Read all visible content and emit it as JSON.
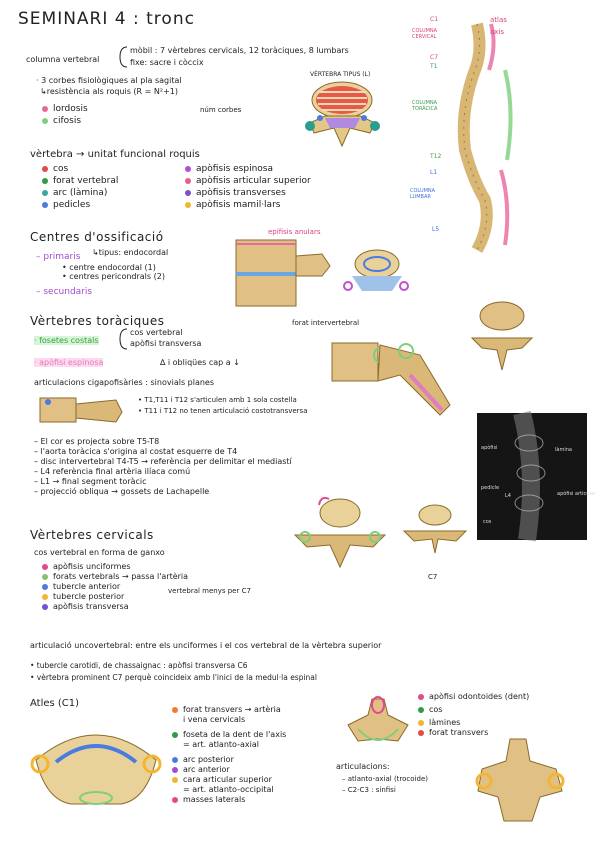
{
  "title": "SEMINARI 4 : tronc",
  "col": {
    "label": "columna vertebral",
    "mobil": "mòbil : 7 vèrtebres cervicals, 12 toràciques, 8 lumbars",
    "fixe": "fixe: sacre i còccix",
    "corbes": "· 3 corbes fisiològiques al pla sagital",
    "resist": "↳resistència als roquis (R = N²+1)",
    "num": "núm corbes",
    "lordosis": "lordosis",
    "cifosis": "cifosis"
  },
  "spine": {
    "c1": "C1",
    "atlas": "atlas",
    "axis": "axis",
    "colcerv": "COLUMNA\nCERVICAL",
    "c7": "C7",
    "t1": "T1",
    "coltor": "COLUMNA\nTORÀCICA",
    "t12": "T12",
    "l1": "L1",
    "collum": "COLUMNA\nLUMBAR",
    "l5": "L5",
    "vert_tipus": "VÈRTEBRA TIPUS (L)"
  },
  "vert": {
    "heading": "vèrtebra → unitat funcional roquis",
    "left": [
      {
        "label": "cos",
        "color": "#e04a4a"
      },
      {
        "label": "forat vertebral",
        "color": "#2e9b47"
      },
      {
        "label": "arc (làmina)",
        "color": "#3aa6a0"
      },
      {
        "label": "pedicles",
        "color": "#4b7be0"
      }
    ],
    "right": [
      {
        "label": "apòfisis espinosa",
        "color": "#b04fd6"
      },
      {
        "label": "apòfisis articular superior",
        "color": "#e85c8b"
      },
      {
        "label": "apòfisis transverses",
        "color": "#7a4fd0"
      },
      {
        "label": "apòfisis mamil·lars",
        "color": "#f2b632"
      }
    ]
  },
  "ossif": {
    "heading": "Centres d'ossificació",
    "primaris": "– primaris",
    "tipus": "↳tipus: endocordal",
    "c1": "• centre endocordal (1)",
    "c2": "• centres pericondrals (2)",
    "secundaris": "– secundaris",
    "epif": "epífisis anulars",
    "forat": "forat intervertebral"
  },
  "tor": {
    "heading": "Vèrtebres toràciques",
    "fosetes": "· fosetes costals",
    "cos": "cos vertebral",
    "apo": "apòfisi transversa",
    "apoesp": "· apòfisi espinosa",
    "obliq": "∆ i obliqües cap a ↓",
    "art": "articulacions cigapofisàries : sinovials planes",
    "t1": "• T1,T11 i T12 s'articulen amb 1 sola costella",
    "t2": "• T11 i T12 no tenen articulació costotransversa"
  },
  "notes": [
    "– El cor es projecta sobre T5-T8",
    "– l'aorta toràcica s'origina al costat esquerre de T4",
    "– disc intervertebral T4-T5 → referència per delimitar el mediastí",
    "– L4 referència final artèria ilíaca comú",
    "– L1 → final segment toràcic",
    "– projecció obliqua → gossets de Lachapelle"
  ],
  "xray": {
    "a": "apòfisi",
    "b": "làmina",
    "c": "pedicle",
    "d": "apòfisi articular",
    "e": "L4",
    "f": "cos"
  },
  "cerv": {
    "heading": "Vèrtebres cervicals",
    "sub": "cos vertebral en forma de ganxo",
    "items": [
      {
        "label": "apòfisis unciformes",
        "color": "#e04a8a"
      },
      {
        "label": "forats vertebrals → passa l'artèria",
        "color": "#88c070"
      },
      {
        "label": "tubercle anterior",
        "color": "#4b7be0"
      },
      {
        "label": "tubercle posterior",
        "color": "#f2b632"
      },
      {
        "label": "apòfisis transversa",
        "color": "#7a4fd0"
      }
    ],
    "vert_menys": "vertebral menys per C7",
    "c7": "C7",
    "unco": "articulació uncovertebral: entre els unciformes i el cos vertebral de la vèrtebra superior",
    "tub": "• tubercle carotidi, de chassaignac : apòfisi transversa C6",
    "prom": "• vèrtebra prominent C7 perquè coincideix amb l'inici de la medul·la espinal"
  },
  "atlas": {
    "heading": "Atles (C1)",
    "items": [
      {
        "label": "forat transvers → artèria",
        "color": "#f07b2c"
      },
      {
        "label": "i vena cervicals",
        "color": null
      },
      {
        "label": "foseta de la dent de l'axis",
        "color": "#2e9b47"
      },
      {
        "label": "= art. atlanto-axial",
        "color": null
      },
      {
        "label": "arc posterior",
        "color": "#4b7be0"
      },
      {
        "label": "arc anterior",
        "color": "#a54bd0"
      },
      {
        "label": "cara articular superior",
        "color": "#f2b632"
      },
      {
        "label": "= art. atlanto-occipital",
        "color": null
      },
      {
        "label": "masses laterals",
        "color": "#e04a8a"
      }
    ]
  },
  "axis": {
    "items": [
      {
        "label": "apòfisi odontoides (dent)",
        "color": "#e04a8a"
      },
      {
        "label": "cos",
        "color": "#2e9b47"
      },
      {
        "label": "làmines",
        "color": "#f2b632"
      },
      {
        "label": "forat transvers",
        "color": "#e04a4a"
      }
    ],
    "art": "articulacions:",
    "a1": "– atlanto-axial (trocoide)",
    "a2": "– C2-C3 : sínfisi"
  }
}
